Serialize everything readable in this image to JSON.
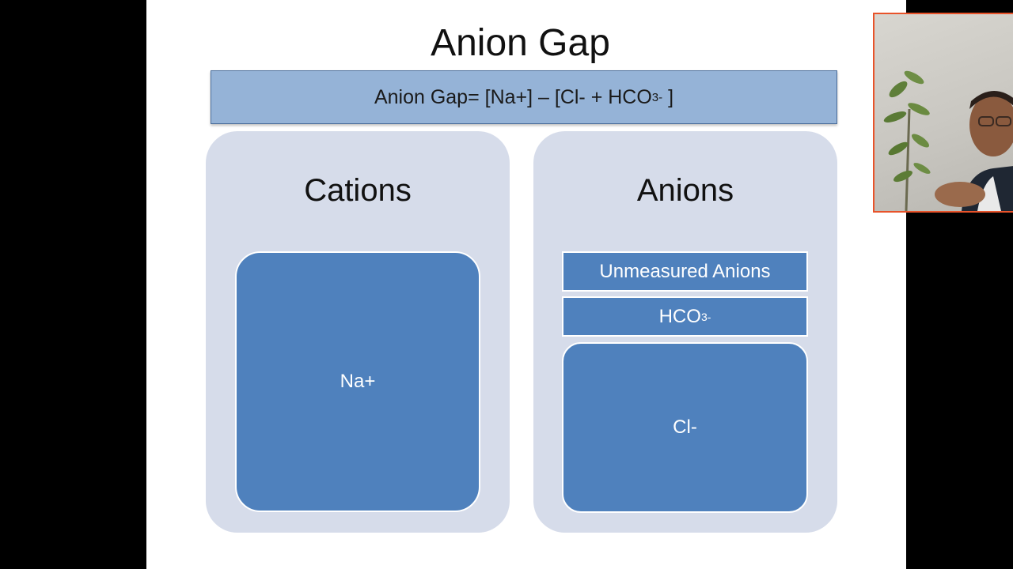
{
  "slide": {
    "title": "Anion Gap",
    "formula": {
      "prefix": "Anion Gap= [Na+] – [Cl-  + HCO",
      "subscript": "3",
      "superscript": "-",
      "suffix": " ]"
    },
    "cations": {
      "title": "Cations",
      "ions": [
        {
          "label": "Na+"
        }
      ]
    },
    "anions": {
      "title": "Anions",
      "ions": [
        {
          "label": "Unmeasured Anions"
        },
        {
          "label": "HCO",
          "subscript": "3",
          "superscript": "-"
        },
        {
          "label": "Cl-"
        }
      ]
    }
  },
  "colors": {
    "formula_bar": "#95b3d7",
    "group_background": "#d6dcea",
    "ion_box": "#4f81bd",
    "webcam_border": "#e8532a"
  },
  "icons": {
    "webcam": "webcam-presenter-feed"
  }
}
